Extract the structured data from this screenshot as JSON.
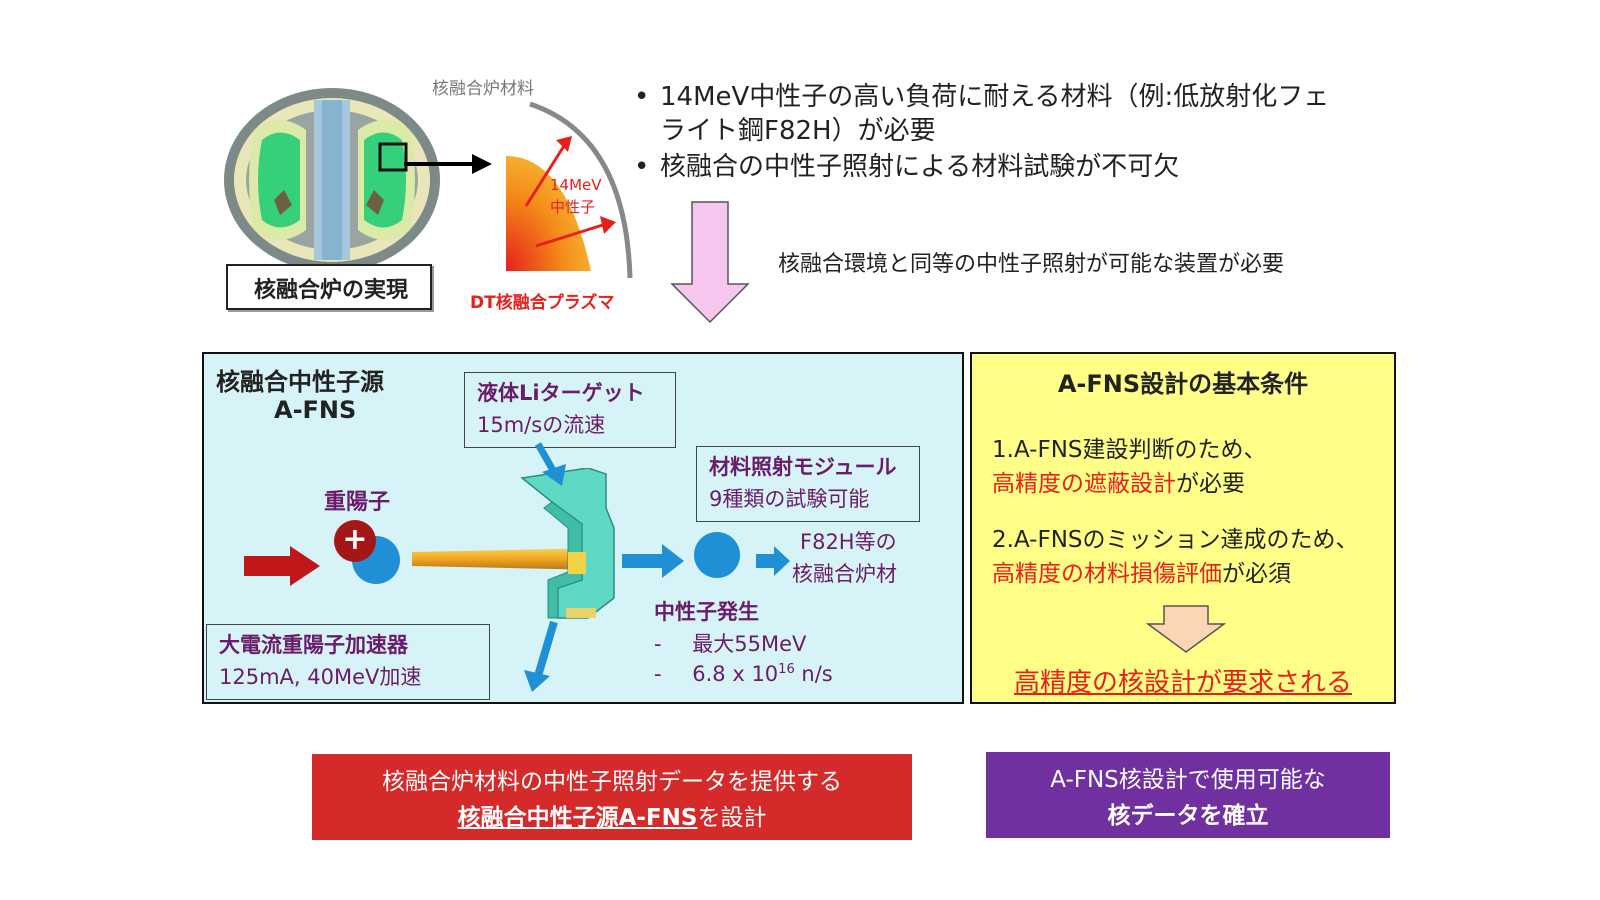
{
  "top": {
    "reactor_label": "核融合炉の実現",
    "material_label": "核融合炉材料",
    "neutron_label_line1": "14MeV",
    "neutron_label_line2": "中性子",
    "plasma_label": "DT核融合プラズマ",
    "bullets": [
      "14MeV中性子の高い負荷に耐える材料（例:低放射化フェ",
      "ライト鋼F82H）が必要",
      "核融合の中性子照射による材料試験が不可欠"
    ],
    "need_text": "核融合環境と同等の中性子照射が可能な装置が必要"
  },
  "afns": {
    "title_line1": "核融合中性子源",
    "title_line2": "A-FNS",
    "li_target_title": "液体Liターゲット",
    "li_target_desc": "15m/sの流速",
    "module_title": "材料照射モジュール",
    "module_desc": "9種類の試験可能",
    "deuteron_label": "重陽子",
    "plus_sign": "+",
    "material_line1": "F82H等の",
    "material_line2": "核融合炉材",
    "neutron_gen_title": "中性子発生",
    "neutron_gen_item1_dash": "-",
    "neutron_gen_item1": "最大55MeV",
    "neutron_gen_item2_dash": "-",
    "neutron_gen_item2_base": "6.8 x 10",
    "neutron_gen_item2_exp": "16",
    "neutron_gen_item2_unit": " n/s",
    "accelerator_title": "大電流重陽子加速器",
    "accelerator_desc": "125mA, 40MeV加速"
  },
  "conditions": {
    "title": "A-FNS設計の基本条件",
    "item1_line1": "1.A-FNS建設判断のため、",
    "item1_line2_red": "高精度の遮蔽設計",
    "item1_line2_rest": "が必要",
    "item2_line1": "2.A-FNSのミッション達成のため、",
    "item2_line2_red": "高精度の材料損傷評価",
    "item2_line2_rest": "が必須",
    "conclusion": "高精度の核設計が要求される"
  },
  "bottom": {
    "red_line1": "核融合炉材料の中性子照射データを提供する",
    "red_line2_bold": "核融合中性子源A-FNS",
    "red_line2_rest": "を設計",
    "purple_line1": "A-FNS核設計で使用可能な",
    "purple_line2": "核データを確立"
  },
  "colors": {
    "afns_bg": "#d6f4f8",
    "conditions_bg": "#ffff88",
    "red_box": "#d42a2a",
    "purple_box": "#7030a0",
    "pink_arrow": "#f7c6ef",
    "blue": "#1f8fd6",
    "dark_red_arrow": "#c0171b",
    "target_teal": "#5fd9c4"
  }
}
